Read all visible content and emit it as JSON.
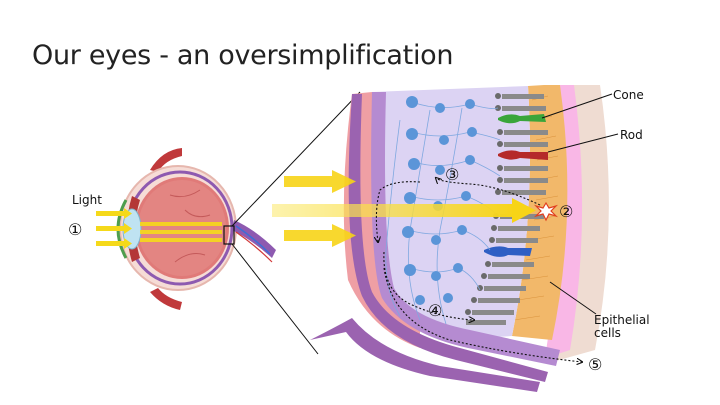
{
  "slide": {
    "title": "Our eyes - an oversimplification"
  },
  "diagram": {
    "labels": {
      "light": "Light",
      "cone": "Cone",
      "rod": "Rod",
      "epithelial_line1": "Epithelial",
      "epithelial_line2": "cells"
    },
    "steps": [
      "①",
      "②",
      "③",
      "④",
      "⑤"
    ],
    "colors": {
      "light_beam": "#f7d417",
      "neuron": "#5b95d8",
      "retina_pink": "#ef9fa4",
      "purple_layer": "#9b63b0",
      "epithelium": "#f2b86a",
      "cone_green": "#3aa53a",
      "rod_red": "#b52a2a",
      "cone_blue": "#2f5fc4"
    }
  }
}
